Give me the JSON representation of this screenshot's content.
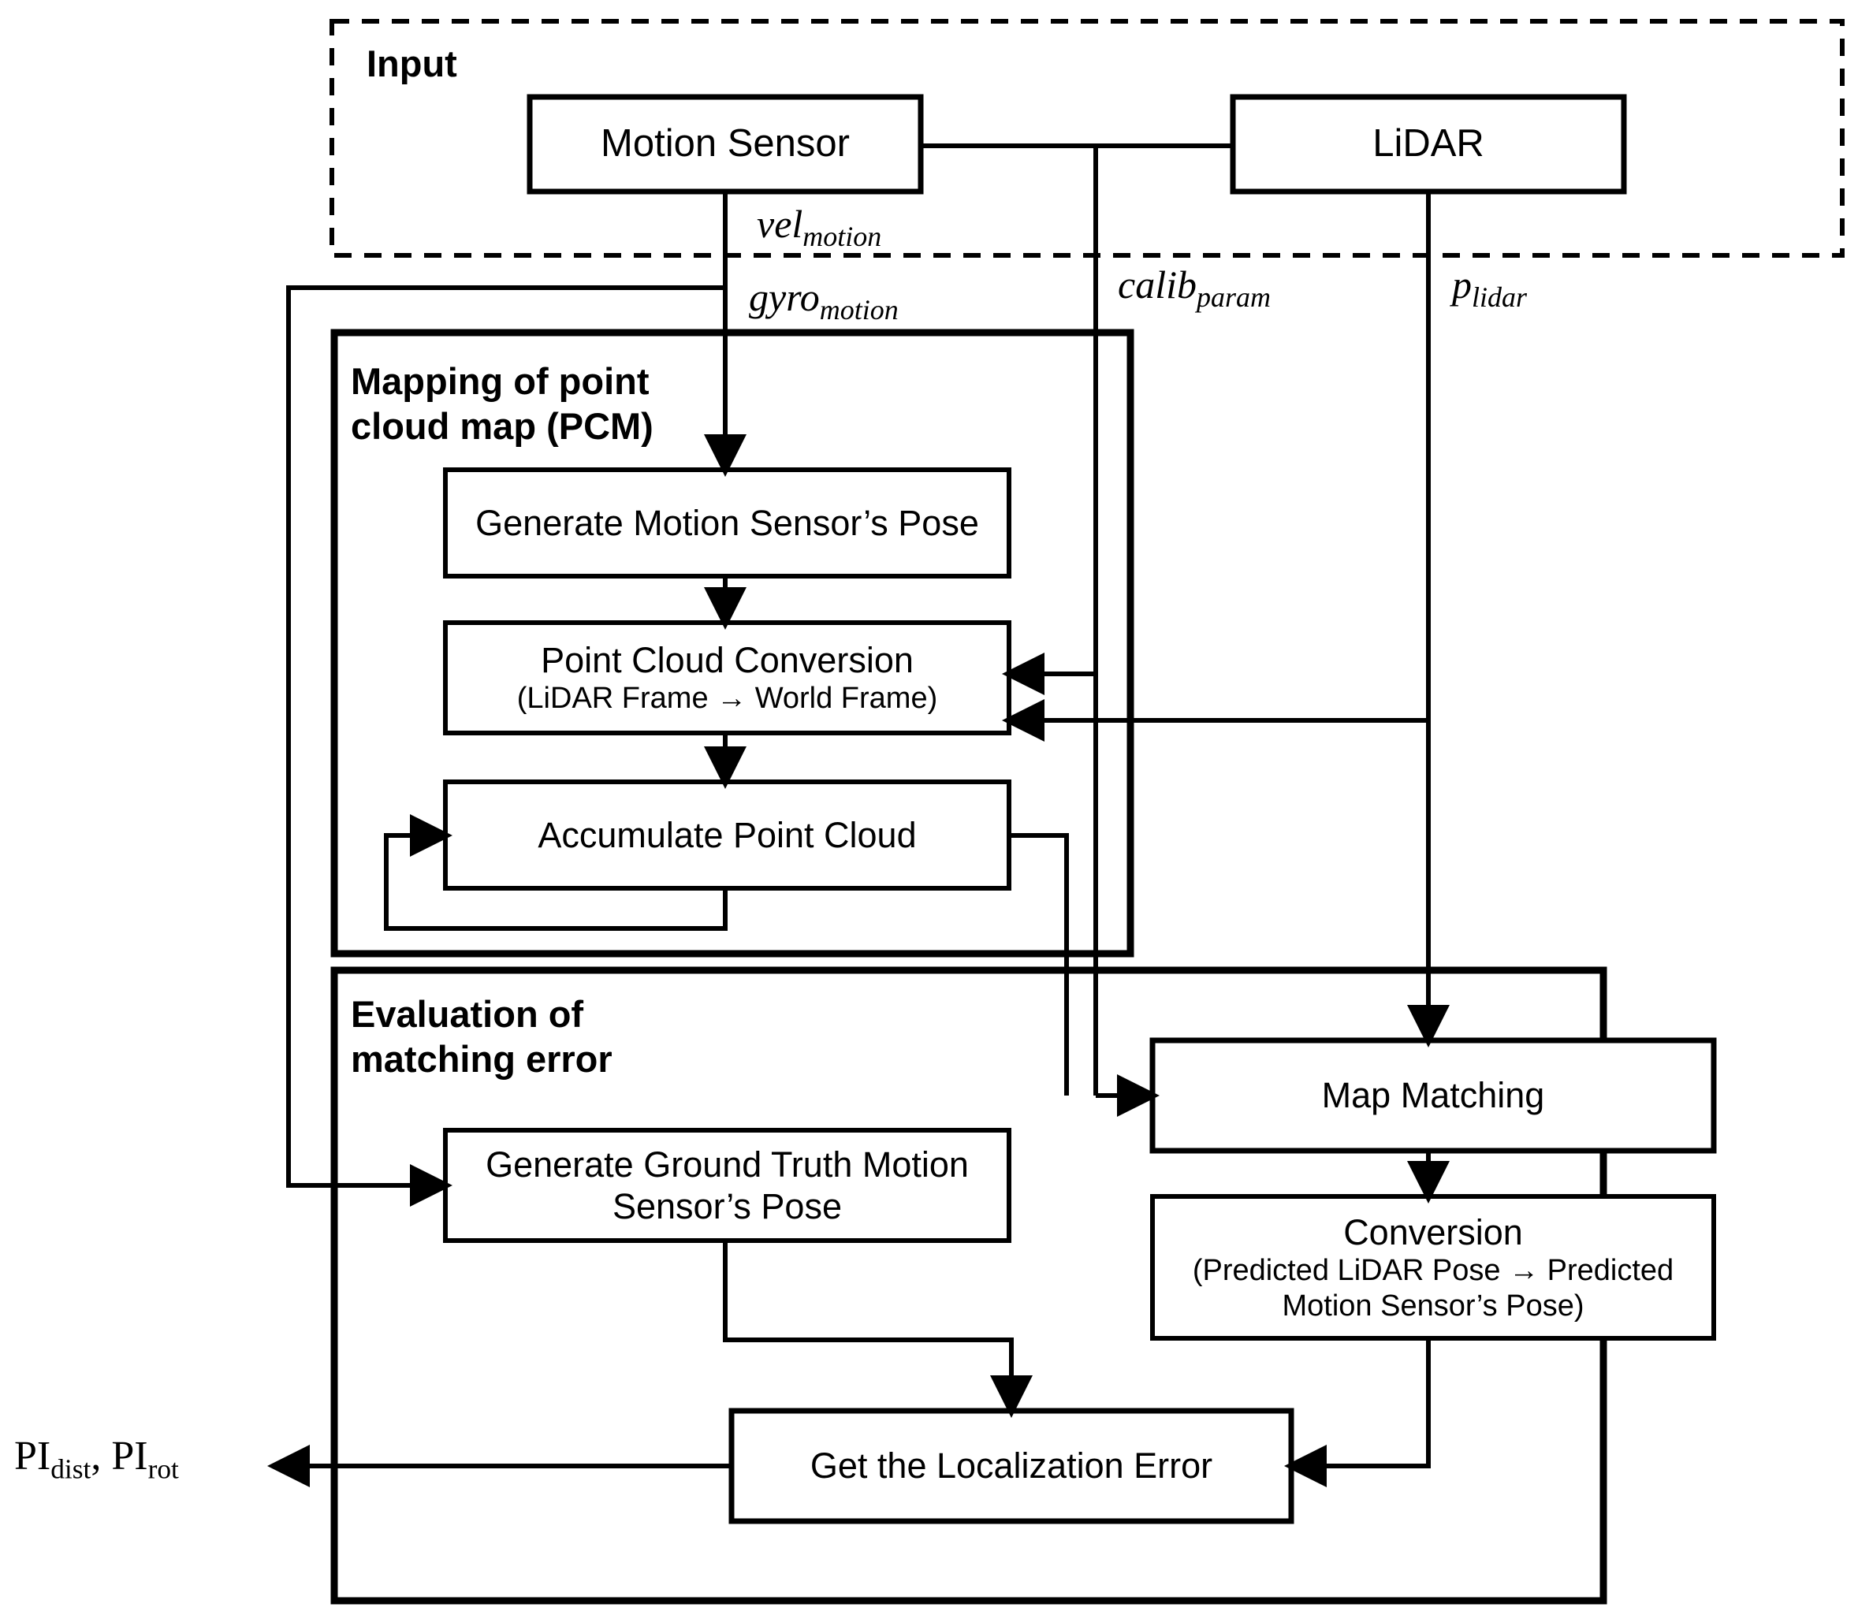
{
  "diagram": {
    "title": "Mapping and localization evaluation flowchart",
    "colors": {
      "stroke": "#000000",
      "fill": "#ffffff",
      "background": "#ffffff"
    },
    "groups": [
      {
        "id": "input",
        "label": "Input",
        "border": "dashed"
      },
      {
        "id": "pcm",
        "label": "Mapping of point\ncloud map (PCM)",
        "border": "solid"
      },
      {
        "id": "eval",
        "label": "Evaluation of\nmatching error",
        "border": "solid"
      }
    ],
    "nodes": [
      {
        "id": "motion_sensor",
        "label": "Motion Sensor",
        "group": "input"
      },
      {
        "id": "lidar",
        "label": "LiDAR",
        "group": "input"
      },
      {
        "id": "gen_motion_pose",
        "label": "Generate Motion Sensor’s Pose",
        "group": "pcm"
      },
      {
        "id": "pc_conversion",
        "label": "Point Cloud Conversion",
        "sublabel": "(LiDAR Frame → World Frame)",
        "group": "pcm"
      },
      {
        "id": "accumulate_pc",
        "label": "Accumulate Point Cloud",
        "group": "pcm"
      },
      {
        "id": "gen_gt_pose",
        "label": "Generate Ground Truth Motion Sensor’s Pose",
        "group": "eval"
      },
      {
        "id": "map_matching",
        "label": "Map Matching",
        "group": "eval"
      },
      {
        "id": "conversion",
        "label": "Conversion",
        "sublabel": "(Predicted LiDAR Pose → Predicted Motion Sensor’s Pose)",
        "group": "eval"
      },
      {
        "id": "get_error",
        "label": "Get the Localization Error",
        "group": "eval"
      }
    ],
    "edge_labels": [
      {
        "id": "vel_motion",
        "base": "vel",
        "sub": "motion"
      },
      {
        "id": "gyro_motion",
        "base": "gyro",
        "sub": "motion"
      },
      {
        "id": "calib_param",
        "base": "calib",
        "sub": "param"
      },
      {
        "id": "p_lidar",
        "base": "p",
        "sub": "lidar"
      }
    ],
    "outputs": [
      {
        "id": "pi_dist",
        "base": "PI",
        "sub": "dist"
      },
      {
        "id": "pi_rot",
        "base": "PI",
        "sub": "rot"
      },
      {
        "id": "pi_sep",
        "text": ", "
      }
    ]
  }
}
